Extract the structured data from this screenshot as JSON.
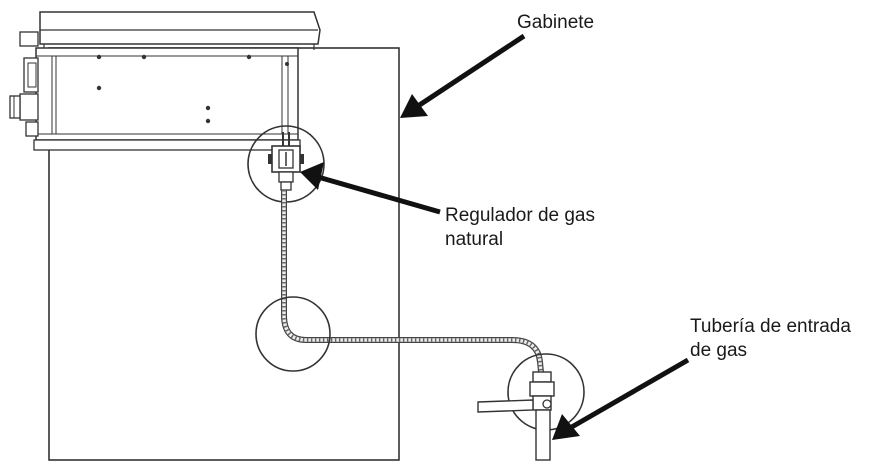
{
  "labels": {
    "cabinet": "Gabinete",
    "regulator_line1": "Regulador de gas",
    "regulator_line2": "natural",
    "pipe_line1": "Tubería de entrada",
    "pipe_line2": "de gas"
  },
  "colors": {
    "line": "#333333",
    "arrow": "#111111",
    "text": "#1a1a1a",
    "pipe": "#555555"
  }
}
